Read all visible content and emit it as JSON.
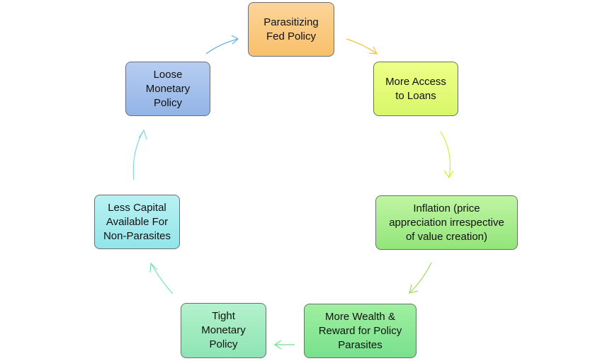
{
  "nodes": [
    {
      "id": "n1",
      "label": "Parasitizing\nFed Policy"
    },
    {
      "id": "n2",
      "label": "More Access\nto Loans"
    },
    {
      "id": "n3",
      "label": "Inflation (price\nappreciation irrespective\nof value creation)"
    },
    {
      "id": "n4",
      "label": "More Wealth &\nReward for Policy\nParasites"
    },
    {
      "id": "n5",
      "label": "Tight\nMonetary\nPolicy"
    },
    {
      "id": "n6",
      "label": "Less Capital\nAvailable For\nNon-Parasites"
    },
    {
      "id": "n7",
      "label": "Loose\nMonetary\nPolicy"
    }
  ],
  "edges": [
    {
      "from": "n1",
      "to": "n2",
      "color": "#f2c23a"
    },
    {
      "from": "n2",
      "to": "n3",
      "color": "#d6ee3c"
    },
    {
      "from": "n3",
      "to": "n4",
      "color": "#9be05a"
    },
    {
      "from": "n4",
      "to": "n5",
      "color": "#6fe08a"
    },
    {
      "from": "n5",
      "to": "n6",
      "color": "#79e0c0"
    },
    {
      "from": "n6",
      "to": "n7",
      "color": "#7fd6e6"
    },
    {
      "from": "n7",
      "to": "n1",
      "color": "#6aaee2"
    }
  ]
}
